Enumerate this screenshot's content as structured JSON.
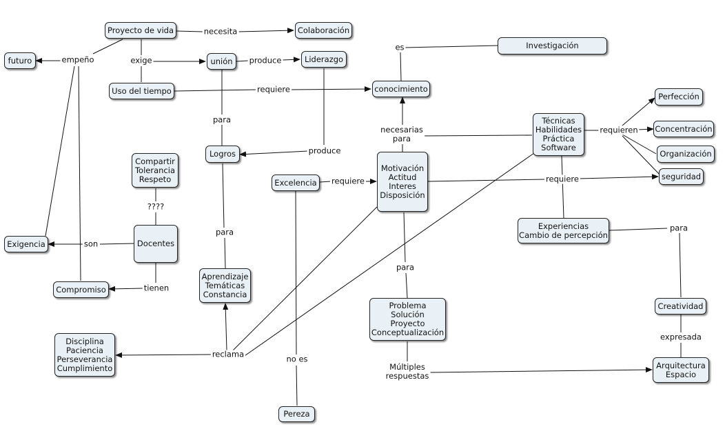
{
  "concepts": {
    "proyecto_de_vida": "Proyecto de vida",
    "colaboracion": "Colaboración",
    "futuro": "futuro",
    "union": "unión",
    "liderazgo": "Liderazgo",
    "uso_del_tiempo": "Uso del tiempo",
    "conocimiento": "conocimiento",
    "investigacion": "Investigación",
    "logros": "Logros",
    "compartir": [
      "Compartir",
      "Tolerancia",
      "Respeto"
    ],
    "excelencia": "Excelencia",
    "motivacion": [
      "Motivación",
      "Actitud",
      "Interes",
      "Disposición"
    ],
    "tecnicas": [
      "Técnicas",
      "Habilidades",
      "Práctica",
      "Software"
    ],
    "perfeccion": "Perfección",
    "concentracion": "Concentración",
    "organizacion": "Organización",
    "seguridad": "seguridad",
    "exigencia": "Exigencia",
    "docentes": "Docentes",
    "compromiso": "Compromiso",
    "aprendizaje": [
      "Aprendizaje",
      "Temáticas",
      "Constancia"
    ],
    "experiencias": [
      "Experiencias",
      "Cambio de percepción"
    ],
    "problema": [
      "Problema",
      "Solución",
      "Proyecto",
      "Conceptualización"
    ],
    "creatividad": "Creatividad",
    "disciplina": [
      "Disciplina",
      "Paciencia",
      "Perseverancia",
      "Cumplimiento"
    ],
    "arquitectura": [
      "Arquitectura",
      "Espacio"
    ],
    "pereza": "Pereza"
  },
  "links": {
    "necesita": "necesita",
    "empeno": "empeño",
    "exige": "exige",
    "produce_1": "produce",
    "requiere_1": "requiere",
    "es": "es",
    "para_1": "para",
    "produce_2": "produce",
    "necesarias_para": [
      "necesarias",
      "para"
    ],
    "requieren": "requieren",
    "requiere_2": "requiere",
    "requiere_3": "requiere",
    "pregunta": "????",
    "son": "son",
    "para_2": "para",
    "tienen": "tienen",
    "para_3": "para",
    "para_4": "para",
    "expresada": "expresada",
    "reclama": "reclama",
    "no_es": "no es",
    "multiples_respuestas": [
      "Múltiples",
      "respuestas"
    ]
  },
  "colors": {
    "node_fill": "#e9f1f6",
    "line": "#111111"
  }
}
